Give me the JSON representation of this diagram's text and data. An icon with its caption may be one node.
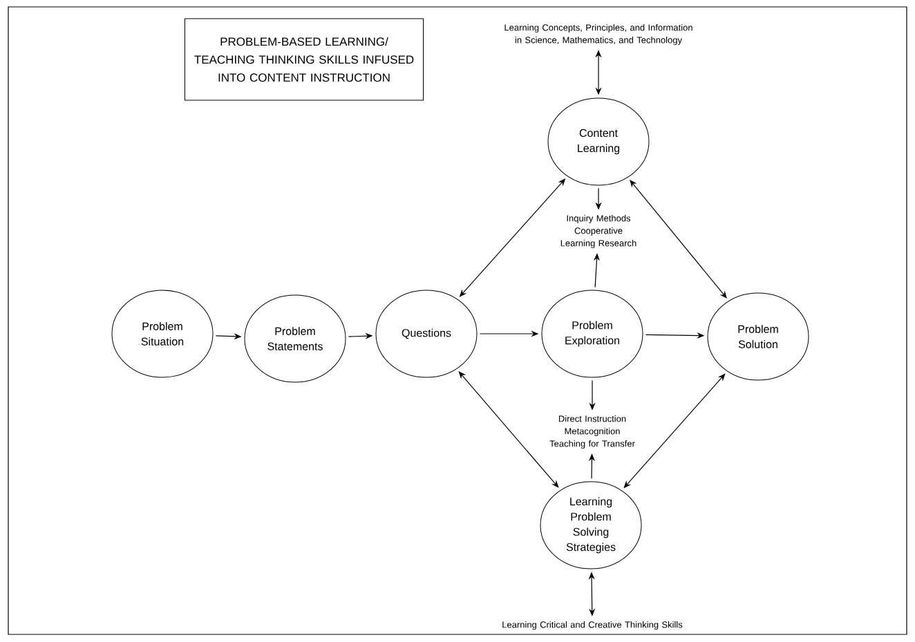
{
  "diagram": {
    "title": "PROBLEM-BASED LEARNING/ TEACHING THINKING SKILLS INFUSED INTO CONTENT INSTRUCTION",
    "nodes": [
      {
        "text": [
          "Problem Situation"
        ]
      },
      {
        "text": [
          "Problem Statements"
        ]
      },
      {
        "text": [
          "Questions"
        ]
      },
      {
        "text": [
          "Problem Exploration"
        ]
      },
      {
        "text": [
          "Problem Solution"
        ]
      },
      {
        "text": [
          "Content Learning"
        ]
      },
      {
        "text": [
          "Learning Problem Solving Strategies"
        ]
      },
      {
        "text": [
          "Learning Concepts, Principles, and Information in Science, Mathematics, and Technology"
        ]
      },
      {
        "text": [
          "Inquiry Methods Cooperative Learning Research"
        ]
      },
      {
        "text": [
          "Direct Instruction Metacognition Teaching for Transfer"
        ]
      },
      {
        "text": [
          "Learning Critical and Creative Thinking Skills"
        ]
      }
    ],
    "edges": [
      {
        "from": 0,
        "to": 1,
        "arrow": "to"
      },
      {
        "from": 1,
        "to": 2,
        "arrow": "to"
      },
      {
        "from": 2,
        "to": 3,
        "arrow": "to"
      },
      {
        "from": 3,
        "to": 4,
        "arrow": "to"
      },
      {
        "from": 7,
        "to": 5,
        "arrow": "both"
      },
      {
        "from": 5,
        "to": 8,
        "arrow": "to"
      },
      {
        "from": 3,
        "to": 8,
        "arrow": "to"
      },
      {
        "from": 2,
        "to": 5,
        "arrow": "both"
      },
      {
        "from": 5,
        "to": 4,
        "arrow": "both"
      },
      {
        "from": 3,
        "to": 9,
        "arrow": "to"
      },
      {
        "from": 6,
        "to": 9,
        "arrow": "to"
      },
      {
        "from": 2,
        "to": 6,
        "arrow": "both"
      },
      {
        "from": 6,
        "to": 4,
        "arrow": "both"
      },
      {
        "from": 6,
        "to": 10,
        "arrow": "both"
      }
    ]
  }
}
